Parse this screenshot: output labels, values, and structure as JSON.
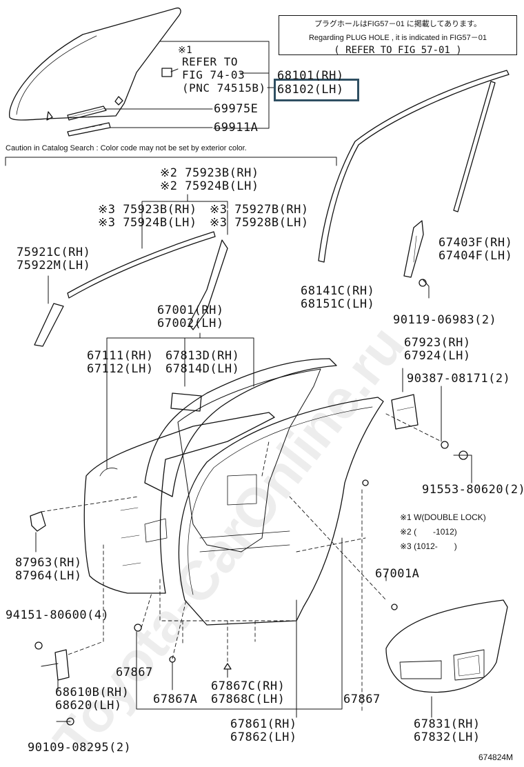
{
  "note_box": {
    "line1": "プラグホールはFIG57－01 に掲載してあります。",
    "line2": "Regarding PLUG HOLE , it is indicated in FIG57－01",
    "line3": "( REFER TO FIG 57-01 )"
  },
  "caution": "Caution in Catalog Search : Color code may not be set by exterior color.",
  "refer_note": {
    "mark": "※1",
    "line1": "REFER TO",
    "line2": "FIG 74-03",
    "line3": "(PNC 74515B)"
  },
  "legend": {
    "l1": "※1 W(DOUBLE LOCK)",
    "l2": "※2 (　　-1012)",
    "l3": "※3 (1012-　　)"
  },
  "labels": {
    "p68101": "68101(RH)",
    "p68102": "68102(LH)",
    "p69975E": "69975E",
    "p69911A": "69911A",
    "p75923B_2": "※2 75923B(RH)",
    "p75924B_2": "※2 75924B(LH)",
    "p75923B_3": "※3 75923B(RH)",
    "p75924B_3": "※3 75924B(LH)",
    "p75927B": "※3 75927B(RH)",
    "p75928B": "※3 75928B(LH)",
    "p75921C": "75921C(RH)",
    "p75922M": "75922M(LH)",
    "p67403F": "67403F(RH)",
    "p67404F": "67404F(LH)",
    "p68141C": "68141C(RH)",
    "p68151C": "68151C(LH)",
    "p90119": "90119-06983(2)",
    "p67001": "67001(RH)",
    "p67002": "67002(LH)",
    "p67111": "67111(RH)",
    "p67112": "67112(LH)",
    "p67813D": "67813D(RH)",
    "p67814D": "67814D(LH)",
    "p67923": "67923(RH)",
    "p67924": "67924(LH)",
    "p90387": "90387-08171(2)",
    "p91553": "91553-80620(2)",
    "p87963": "87963(RH)",
    "p87964": "87964(LH)",
    "p67001A": "67001A",
    "p94151": "94151-80600(4)",
    "p67867_l": "67867",
    "p67867A": "67867A",
    "p67867C": "67867C(RH)",
    "p67868C": "67868C(LH)",
    "p67867_r": "67867",
    "p68610B": "68610B(RH)",
    "p68620": "68620(LH)",
    "p67861": "67861(RH)",
    "p67862": "67862(LH)",
    "p67831": "67831(RH)",
    "p67832": "67832(LH)",
    "p90109": "90109-08295(2)"
  },
  "figure_id": "674824M",
  "watermark": "Toyota-CarOnline.ru",
  "highlight_color": "#2f4f62"
}
